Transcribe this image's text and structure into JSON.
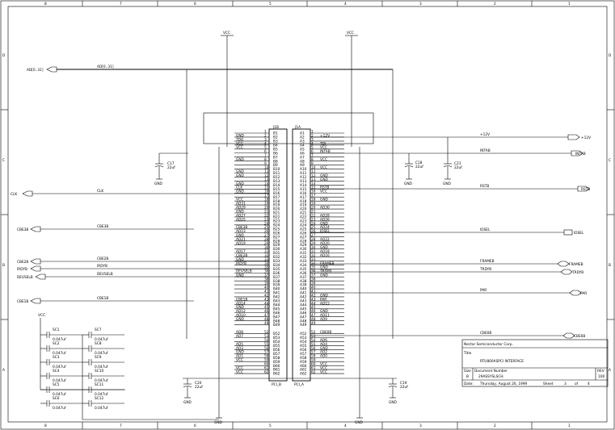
{
  "frame": {
    "top_numbers": [
      "8",
      "7",
      "6",
      "5",
      "4",
      "3",
      "2",
      "1"
    ],
    "bottom_numbers": [
      "8",
      "7",
      "6",
      "5",
      "4",
      "3",
      "2",
      "1"
    ],
    "left_letters": [
      "D",
      "C",
      "B",
      "A"
    ],
    "right_letters": [
      "D",
      "C",
      "B",
      "A"
    ]
  },
  "power": {
    "vcc_label": "VCC",
    "gnd_label": "GND",
    "p12_label": "+12V"
  },
  "connectors": {
    "j1b_ref": "J1B",
    "j1a_ref": "J1A",
    "j1b_name": "PCI_B",
    "j1a_name": "PCI_A",
    "side_b": [
      [
        "B1",
        "1",
        ""
      ],
      [
        "B2",
        "2",
        "GND"
      ],
      [
        "B3",
        "3",
        "TDO"
      ],
      [
        "B4",
        "4",
        "VCC"
      ],
      [
        "B5",
        "5",
        "VCC"
      ],
      [
        "B6",
        "6",
        ""
      ],
      [
        "B7",
        "7",
        ""
      ],
      [
        "B8",
        "8",
        "GND"
      ],
      [
        "B9",
        "9",
        ""
      ],
      [
        "B10",
        "10",
        ""
      ],
      [
        "B11",
        "11",
        "GND"
      ],
      [
        "B12",
        "12",
        "GND"
      ],
      [
        "B13",
        "13",
        ""
      ],
      [
        "B14",
        "14",
        "GND"
      ],
      [
        "B15",
        "15",
        "CLK"
      ],
      [
        "B16",
        "16",
        "GND"
      ],
      [
        "B17",
        "17",
        ""
      ],
      [
        "B18",
        "18",
        "VCC"
      ],
      [
        "B19",
        "19",
        "AD31"
      ],
      [
        "B20",
        "20",
        "AD29"
      ],
      [
        "B21",
        "21",
        "GND"
      ],
      [
        "B22",
        "22",
        "AD27"
      ],
      [
        "B23",
        "23",
        "AD25"
      ],
      [
        "B24",
        "24",
        ""
      ],
      [
        "B25",
        "25",
        "CBE3B"
      ],
      [
        "B26",
        "26",
        "AD23"
      ],
      [
        "B27",
        "27",
        "GND"
      ],
      [
        "B28",
        "28",
        "AD21"
      ],
      [
        "B29",
        "29",
        "AD19"
      ],
      [
        "B30",
        "30",
        ""
      ],
      [
        "B31",
        "31",
        "AD17"
      ],
      [
        "B32",
        "32",
        "CBE2B"
      ],
      [
        "B33",
        "33",
        "GND"
      ],
      [
        "B34",
        "34",
        "IRDYB"
      ],
      [
        "B35",
        "35",
        ""
      ],
      [
        "B36",
        "36",
        "DEVSELB"
      ],
      [
        "B37",
        "37",
        "GND"
      ],
      [
        "B38",
        "38",
        ""
      ],
      [
        "B39",
        "39",
        ""
      ],
      [
        "B40",
        "40",
        ""
      ],
      [
        "B41",
        "41",
        ""
      ],
      [
        "B42",
        "42",
        ""
      ],
      [
        "B43",
        "43",
        "CBE1B"
      ],
      [
        "B44",
        "44",
        "AD14"
      ],
      [
        "B45",
        "45",
        "GND"
      ],
      [
        "B46",
        "46",
        "AD12"
      ],
      [
        "B47",
        "47",
        "AD10"
      ],
      [
        "B48",
        "48",
        "GND"
      ],
      [
        "B49",
        "49",
        ""
      ],
      [
        "B52",
        "52",
        "AD8"
      ],
      [
        "B53",
        "53",
        "AD7"
      ],
      [
        "B54",
        "54",
        ""
      ],
      [
        "B55",
        "55",
        "AD5"
      ],
      [
        "B56",
        "56",
        "AD3"
      ],
      [
        "B57",
        "57",
        "GND"
      ],
      [
        "B58",
        "58",
        "AD1"
      ],
      [
        "B59",
        "59",
        "VCC"
      ],
      [
        "B60",
        "60",
        ""
      ],
      [
        "B61",
        "61",
        "VCC"
      ],
      [
        "B62",
        "62",
        "VCC"
      ]
    ],
    "side_a": [
      [
        "A1",
        "1",
        ""
      ],
      [
        "A2",
        "2",
        "+12V"
      ],
      [
        "A3",
        "3",
        ""
      ],
      [
        "A4",
        "4",
        "TDI"
      ],
      [
        "A5",
        "5",
        "VCC"
      ],
      [
        "A6",
        "6",
        "INTAB"
      ],
      [
        "A7",
        "7",
        ""
      ],
      [
        "A8",
        "8",
        "VCC"
      ],
      [
        "A9",
        "9",
        ""
      ],
      [
        "A10",
        "10",
        "VCC"
      ],
      [
        "A11",
        "11",
        ""
      ],
      [
        "A12",
        "12",
        "GND"
      ],
      [
        "A13",
        "13",
        "GND"
      ],
      [
        "A14",
        "14",
        ""
      ],
      [
        "A15",
        "15",
        "RSTB"
      ],
      [
        "A16",
        "16",
        "VCC"
      ],
      [
        "A17",
        "17",
        ""
      ],
      [
        "A18",
        "18",
        "GND"
      ],
      [
        "A19",
        "19",
        ""
      ],
      [
        "A20",
        "20",
        "AD30"
      ],
      [
        "A21",
        "21",
        ""
      ],
      [
        "A22",
        "22",
        "AD28"
      ],
      [
        "A23",
        "23",
        "AD26"
      ],
      [
        "A24",
        "24",
        "GND"
      ],
      [
        "A25",
        "25",
        "AD24"
      ],
      [
        "A26",
        "26",
        "IDSEL"
      ],
      [
        "A27",
        "27",
        ""
      ],
      [
        "A28",
        "28",
        "AD22"
      ],
      [
        "A29",
        "29",
        "AD20"
      ],
      [
        "A30",
        "30",
        "GND"
      ],
      [
        "A31",
        "31",
        "AD18"
      ],
      [
        "A32",
        "32",
        "AD16"
      ],
      [
        "A33",
        "33",
        ""
      ],
      [
        "A34",
        "34",
        "FRAMEB"
      ],
      [
        "A35",
        "35",
        "GND"
      ],
      [
        "A36",
        "36",
        "TRDYB"
      ],
      [
        "A37",
        "37",
        "GND"
      ],
      [
        "A38",
        "38",
        ""
      ],
      [
        "A39",
        "39",
        ""
      ],
      [
        "A40",
        "40",
        ""
      ],
      [
        "A41",
        "41",
        ""
      ],
      [
        "A42",
        "42",
        "GND"
      ],
      [
        "A43",
        "43",
        "PAR"
      ],
      [
        "A44",
        "44",
        "AD15"
      ],
      [
        "A45",
        "45",
        ""
      ],
      [
        "A46",
        "46",
        "GND"
      ],
      [
        "A47",
        "47",
        "AD11"
      ],
      [
        "A48",
        "48",
        "AD9"
      ],
      [
        "A49",
        "49",
        ""
      ],
      [
        "A52",
        "52",
        "CBE0B"
      ],
      [
        "A53",
        "53",
        ""
      ],
      [
        "A54",
        "54",
        "AD6"
      ],
      [
        "A55",
        "55",
        "AD4"
      ],
      [
        "A56",
        "56",
        "GND"
      ],
      [
        "A57",
        "57",
        "AD2"
      ],
      [
        "A58",
        "58",
        "AD0"
      ],
      [
        "A59",
        "59",
        ""
      ],
      [
        "A60",
        "60",
        "VCC"
      ],
      [
        "A61",
        "61",
        "VCC"
      ],
      [
        "A62",
        "62",
        "VCC"
      ]
    ]
  },
  "ports_left": [
    {
      "label": "AD[0..31]",
      "net": "AD[0..31]"
    },
    {
      "label": "CLK",
      "net": "CLK"
    },
    {
      "label": "CBE3B",
      "net": "CBE3B"
    },
    {
      "label": "CBE2B",
      "net": "CBE2B"
    },
    {
      "label": "IRDYB",
      "net": "IRDYB"
    },
    {
      "label": "DEVSELB",
      "net": "DEVSELB"
    },
    {
      "label": "CBE1B",
      "net": "CBE1B"
    }
  ],
  "ports_right": [
    {
      "label": "+12V",
      "net": "+12V"
    },
    {
      "label": "INTAB",
      "net": "INTAB"
    },
    {
      "label": "RSTB",
      "net": "RSTB"
    },
    {
      "label": "IDSEL",
      "net": "IDSEL"
    },
    {
      "label": "FRAMEB",
      "net": "FRAMEB"
    },
    {
      "label": "TRDYB",
      "net": "TRDYB"
    },
    {
      "label": "PAR",
      "net": "PAR"
    },
    {
      "label": "CBE0B",
      "net": "CBE0B"
    }
  ],
  "capacitors": {
    "c17": {
      "ref": "C17",
      "val": "22uf"
    },
    "c18": {
      "ref": "C18",
      "val": "22uf"
    },
    "c21": {
      "ref": "C21",
      "val": "22uf"
    },
    "c20": {
      "ref": "C20",
      "val": "22uf"
    },
    "c19": {
      "ref": "C19",
      "val": "22uf"
    },
    "bank_a": [
      {
        "ref": "SC1",
        "val": "0.047uf"
      },
      {
        "ref": "SC2",
        "val": "0.047uf"
      },
      {
        "ref": "SC3",
        "val": "0.047uf"
      },
      {
        "ref": "SC4",
        "val": "0.047uf"
      },
      {
        "ref": "SC5",
        "val": "0.047uf"
      },
      {
        "ref": "SC6",
        "val": "0.047uf"
      }
    ],
    "bank_b": [
      {
        "ref": "SC7",
        "val": "0.047uf"
      },
      {
        "ref": "SC8",
        "val": "0.047uf"
      },
      {
        "ref": "SC9",
        "val": "0.047uf"
      },
      {
        "ref": "SC10",
        "val": "0.047uf"
      },
      {
        "ref": "SC11",
        "val": "0.047uf"
      },
      {
        "ref": "SC12",
        "val": "0.047uf"
      }
    ]
  },
  "title_block": {
    "company": "Nectar Semiconductor Corp.",
    "title_label": "Title",
    "title": "RTU800ASPCI INTERFACE",
    "size_label": "Size",
    "size": "B",
    "docnum_label": "Document Number",
    "docnum": "29ASSYSLSCH",
    "rev_label": "REV",
    "rev": "100",
    "date_label": "Date:",
    "date": "Thursday, August 26, 1999",
    "sheet_label": "Sheet",
    "sheet": "3",
    "of_label": "of",
    "of": "4"
  }
}
